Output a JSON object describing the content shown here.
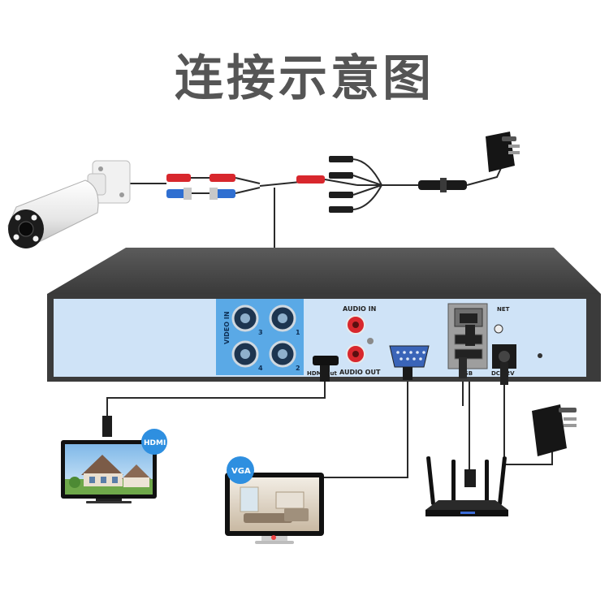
{
  "title": "连接示意图",
  "dvr": {
    "video_in_label": "VIDEO IN",
    "channel_numbers": [
      "3",
      "1",
      "4",
      "2"
    ],
    "audio_in_label": "AUDIO IN",
    "audio_out_label": "AUDIO OUT",
    "hdmi_label": "HDMI out",
    "usb_label": "USB",
    "net_label": "NET",
    "dc_label": "DC 12V"
  },
  "monitors": {
    "hdmi_badge": "HDMI",
    "vga_badge": "VGA"
  },
  "colors": {
    "panel_blue": "#cfe3f7",
    "video_block": "#5aa9e6",
    "rca_red": "#d8272d",
    "bnc_blue": "#2f6fd1",
    "badge_blue": "#2e8fe0"
  }
}
